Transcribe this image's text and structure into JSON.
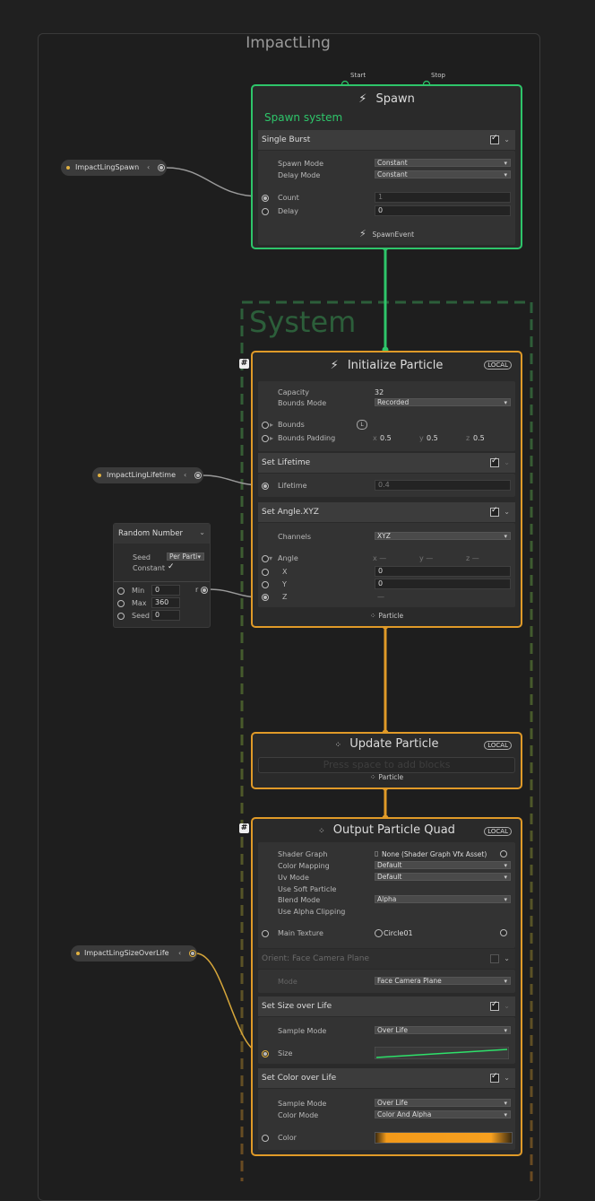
{
  "graph": {
    "title": "ImpactLing"
  },
  "system": {
    "title": "System"
  },
  "spawn": {
    "start_label": "Start",
    "stop_label": "Stop",
    "title": "Spawn",
    "subtitle": "Spawn system",
    "burst_label": "Single Burst",
    "spawn_mode_label": "Spawn Mode",
    "spawn_mode_value": "Constant",
    "delay_mode_label": "Delay Mode",
    "delay_mode_value": "Constant",
    "count_label": "Count",
    "count_value": "1",
    "delay_label": "Delay",
    "delay_value": "0",
    "event_label": "SpawnEvent"
  },
  "properties": {
    "spawn": "ImpactLingSpawn",
    "lifetime": "ImpactLingLifetime",
    "size": "ImpactLingSizeOverLife"
  },
  "random_number": {
    "title": "Random Number",
    "seed_label": "Seed",
    "seed_value": "Per Parti",
    "constant_label": "Constant",
    "min_label": "Min",
    "min_value": "0",
    "max_label": "Max",
    "max_value": "360",
    "seed2_label": "Seed",
    "seed2_value": "0",
    "out_label": "r"
  },
  "initialize": {
    "title": "Initialize Particle",
    "local": "LOCAL",
    "capacity_label": "Capacity",
    "capacity_value": "32",
    "bounds_mode_label": "Bounds Mode",
    "bounds_mode_value": "Recorded",
    "bounds_label": "Bounds",
    "bounds_padding_label": "Bounds Padding",
    "x_label": "x",
    "x_value": "0.5",
    "y_label": "y",
    "y_value": "0.5",
    "z_label": "z",
    "z_value": "0.5",
    "set_lifetime_label": "Set Lifetime",
    "lifetime_label": "Lifetime",
    "lifetime_value": "0.4",
    "set_angle_label": "Set Angle.XYZ",
    "channels_label": "Channels",
    "channels_value": "XYZ",
    "angle_label": "Angle",
    "angle_x": "x —",
    "angle_y": "y —",
    "angle_z": "z —",
    "ax_label": "X",
    "ax_value": "0",
    "ay_label": "Y",
    "ay_value": "0",
    "az_label": "Z",
    "az_value": "—",
    "out_label": "Particle"
  },
  "update": {
    "title": "Update Particle",
    "local": "LOCAL",
    "placeholder": "Press space to add blocks",
    "in_label": "Particle"
  },
  "output": {
    "title": "Output Particle Quad",
    "local": "LOCAL",
    "shader_graph_label": "Shader Graph",
    "shader_graph_value": "None (Shader Graph Vfx Asset)",
    "color_mapping_label": "Color Mapping",
    "color_mapping_value": "Default",
    "uv_mode_label": "Uv Mode",
    "uv_mode_value": "Default",
    "soft_particle_label": "Use Soft Particle",
    "blend_mode_label": "Blend Mode",
    "blend_mode_value": "Alpha",
    "alpha_clipping_label": "Use Alpha Clipping",
    "main_texture_label": "Main Texture",
    "main_texture_value": "Circle01",
    "orient_label": "Orient: Face Camera Plane",
    "mode_label": "Mode",
    "mode_value": "Face Camera Plane",
    "size_over_life_label": "Set Size over Life",
    "sample_mode_label": "Sample Mode",
    "sample_mode_value": "Over Life",
    "size_label": "Size",
    "color_over_life_label": "Set Color over Life",
    "sample_mode2_label": "Sample Mode",
    "sample_mode2_value": "Over Life",
    "color_mode_label": "Color Mode",
    "color_mode_value": "Color And Alpha",
    "color_label": "Color"
  },
  "colors": {
    "spawn_border": "#2ec56a",
    "particle_border": "#e09a28",
    "system_dash_green": "#2c5e3a",
    "system_dash_orange": "#6b4a22"
  }
}
